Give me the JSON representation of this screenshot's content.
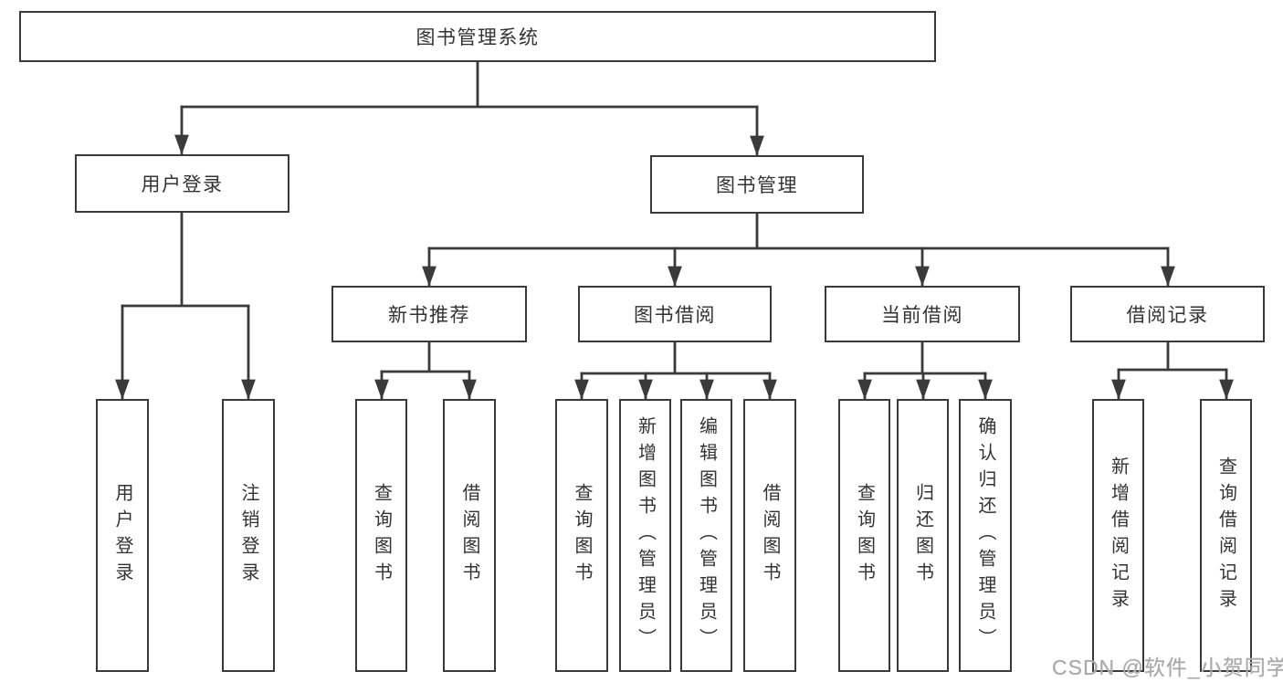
{
  "diagram_title": "图书管理系统",
  "nodes": {
    "root": "图书管理系统",
    "level2": [
      "用户登录",
      "图书管理"
    ],
    "level3": [
      "新书推荐",
      "图书借阅",
      "当前借阅",
      "借阅记录"
    ],
    "leaves": {
      "user_login": [
        "用户登录",
        "注销登录"
      ],
      "new_book": [
        "查询图书",
        "借阅图书"
      ],
      "book_borrow": [
        "查询图书",
        "新增图书（管理员）",
        "编辑图书（管理员）",
        "借阅图书"
      ],
      "current_borrow": [
        "查询图书",
        "归还图书",
        "确认归还（管理员）"
      ],
      "records": [
        "新增借阅记录",
        "查询借阅记录"
      ]
    }
  },
  "watermark": "CSDN @软件_小贺同学",
  "colors": {
    "line": "#3a3a3a",
    "text": "#333333",
    "box_background": "#ffffff",
    "watermark": "#a9a9a9"
  }
}
